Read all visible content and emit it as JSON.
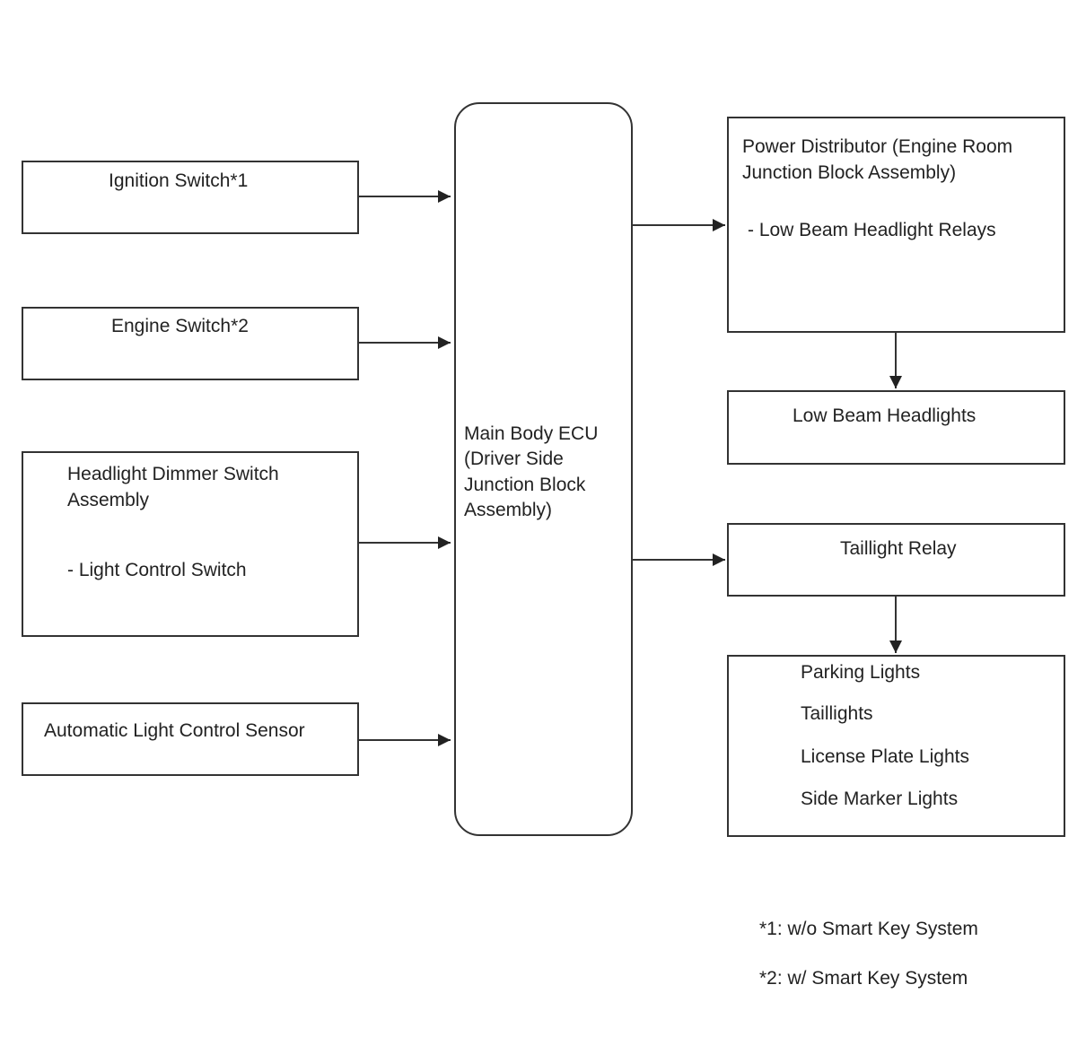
{
  "inputs": {
    "ignition_switch": "Ignition Switch*1",
    "engine_switch": "Engine Switch*2",
    "dimmer_switch": {
      "line1": "Headlight Dimmer Switch",
      "line2": "Assembly",
      "sub": "- Light Control Switch"
    },
    "light_sensor": "Automatic Light Control Sensor"
  },
  "ecu": {
    "line1": "Main Body ECU",
    "line2": "(Driver Side",
    "line3": "Junction Block",
    "line4": "Assembly)"
  },
  "outputs": {
    "power_distributor": {
      "line1": "Power Distributor (Engine Room",
      "line2": "Junction Block Assembly)",
      "sub": "- Low Beam Headlight Relays"
    },
    "low_beam_headlights": "Low Beam Headlights",
    "taillight_relay": "Taillight Relay",
    "lights_group": {
      "items": [
        "Parking Lights",
        "Taillights",
        "License Plate Lights",
        "Side Marker Lights"
      ]
    }
  },
  "notes": {
    "note1": "*1: w/o Smart Key System",
    "note2": "*2: w/ Smart Key System"
  }
}
